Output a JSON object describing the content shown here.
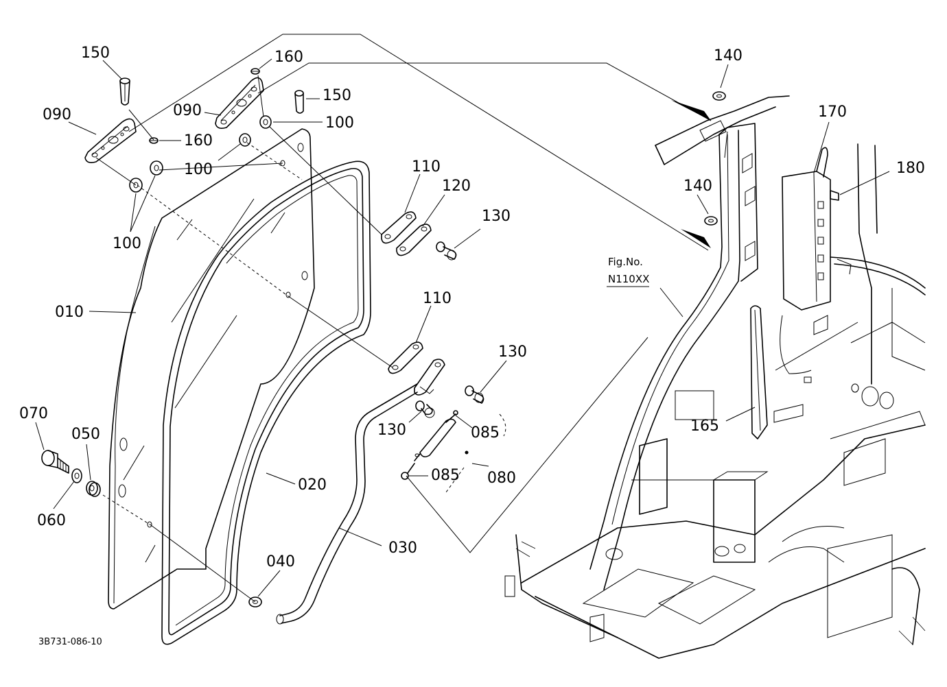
{
  "drawing_number": "3B731-086-10",
  "figure_reference": {
    "label": "Fig.No.",
    "number": "N110XX"
  },
  "callouts": [
    {
      "id": "c150a",
      "text": "150"
    },
    {
      "id": "c160a",
      "text": "160"
    },
    {
      "id": "c090a",
      "text": "090"
    },
    {
      "id": "c090b",
      "text": "090"
    },
    {
      "id": "c150b",
      "text": "150"
    },
    {
      "id": "c100a",
      "text": "100"
    },
    {
      "id": "c160b",
      "text": "160"
    },
    {
      "id": "c100b",
      "text": "100"
    },
    {
      "id": "c100c",
      "text": "100"
    },
    {
      "id": "c110a",
      "text": "110"
    },
    {
      "id": "c120",
      "text": "120"
    },
    {
      "id": "c130a",
      "text": "130"
    },
    {
      "id": "c010",
      "text": "010"
    },
    {
      "id": "c110b",
      "text": "110"
    },
    {
      "id": "c130b",
      "text": "130"
    },
    {
      "id": "c130c",
      "text": "130"
    },
    {
      "id": "c085a",
      "text": "085"
    },
    {
      "id": "c085b",
      "text": "085"
    },
    {
      "id": "c080",
      "text": "080"
    },
    {
      "id": "c070",
      "text": "070"
    },
    {
      "id": "c050",
      "text": "050"
    },
    {
      "id": "c060",
      "text": "060"
    },
    {
      "id": "c020",
      "text": "020"
    },
    {
      "id": "c030",
      "text": "030"
    },
    {
      "id": "c040",
      "text": "040"
    },
    {
      "id": "c140a",
      "text": "140"
    },
    {
      "id": "c140b",
      "text": "140"
    },
    {
      "id": "c170",
      "text": "170"
    },
    {
      "id": "c180",
      "text": "180"
    },
    {
      "id": "c165",
      "text": "165"
    }
  ]
}
